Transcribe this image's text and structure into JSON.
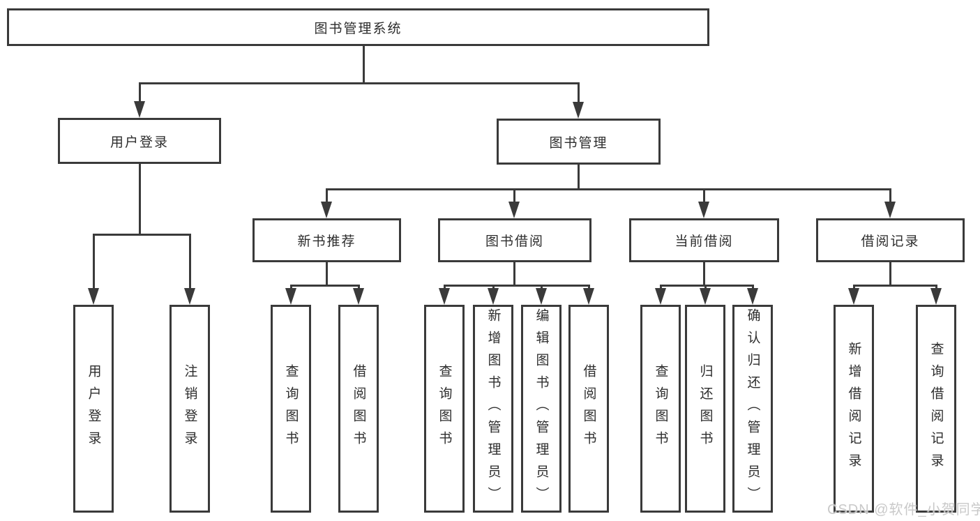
{
  "root": {
    "label": "图书管理系统"
  },
  "branches": [
    {
      "label": "用户登录",
      "children": [
        {
          "label": "用户登录"
        },
        {
          "label": "注销登录"
        }
      ]
    },
    {
      "label": "图书管理",
      "children": [
        {
          "label": "新书推荐",
          "children": [
            {
              "label": "查询图书"
            },
            {
              "label": "借阅图书"
            }
          ]
        },
        {
          "label": "图书借阅",
          "children": [
            {
              "label": "查询图书"
            },
            {
              "label": "新增图书（管理员）"
            },
            {
              "label": "编辑图书（管理员）"
            },
            {
              "label": "借阅图书"
            }
          ]
        },
        {
          "label": "当前借阅",
          "children": [
            {
              "label": "查询图书"
            },
            {
              "label": "归还图书"
            },
            {
              "label": "确认归还（管理员）"
            }
          ]
        },
        {
          "label": "借阅记录",
          "children": [
            {
              "label": "新增借阅记录"
            },
            {
              "label": "查询借阅记录"
            }
          ]
        }
      ]
    }
  ],
  "watermark": {
    "text": "CSDN @软件_小贺同学"
  },
  "colors": {
    "line": "#3a3a3a",
    "box_border": "#3a3a3a",
    "text": "#2d2d2d",
    "background": "#ffffff",
    "watermark": "#c9c9c9"
  }
}
